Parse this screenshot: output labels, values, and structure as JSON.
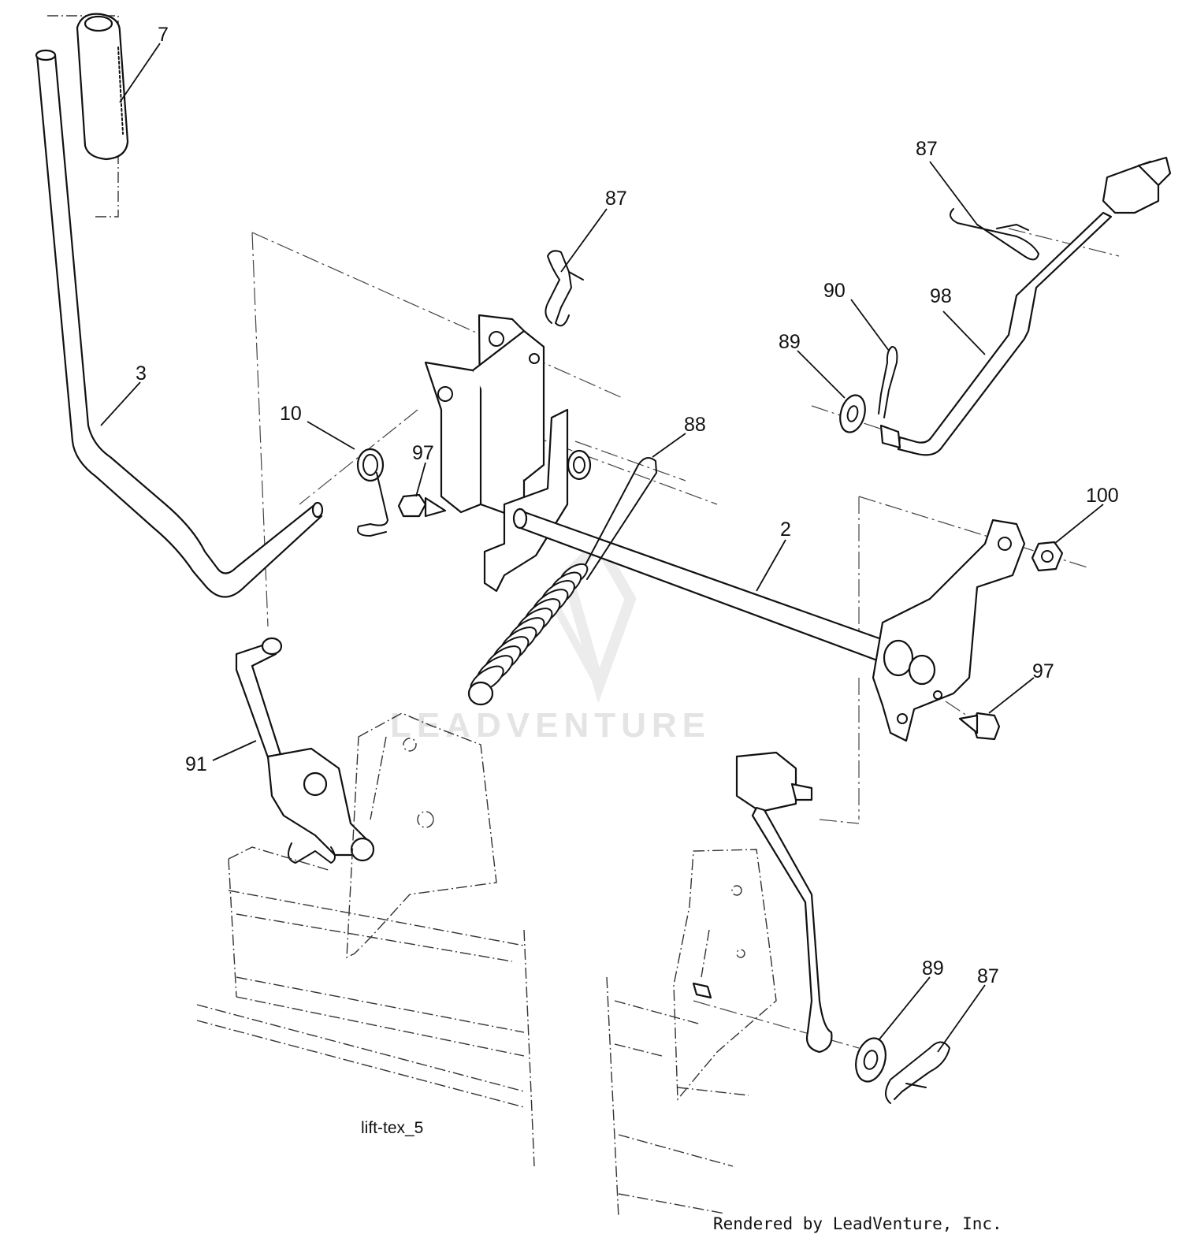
{
  "callouts": {
    "p7": "7",
    "p3": "3",
    "p10": "10",
    "p97a": "97",
    "p87a": "87",
    "p88": "88",
    "p87b": "87",
    "p90": "90",
    "p89a": "89",
    "p98": "98",
    "p100": "100",
    "p2": "2",
    "p97b": "97",
    "p91": "91",
    "p89b": "89",
    "p87c": "87"
  },
  "caption": "lift-tex_5",
  "credit": "Rendered by LeadVenture, Inc.",
  "watermark": "LEADVENTURE"
}
